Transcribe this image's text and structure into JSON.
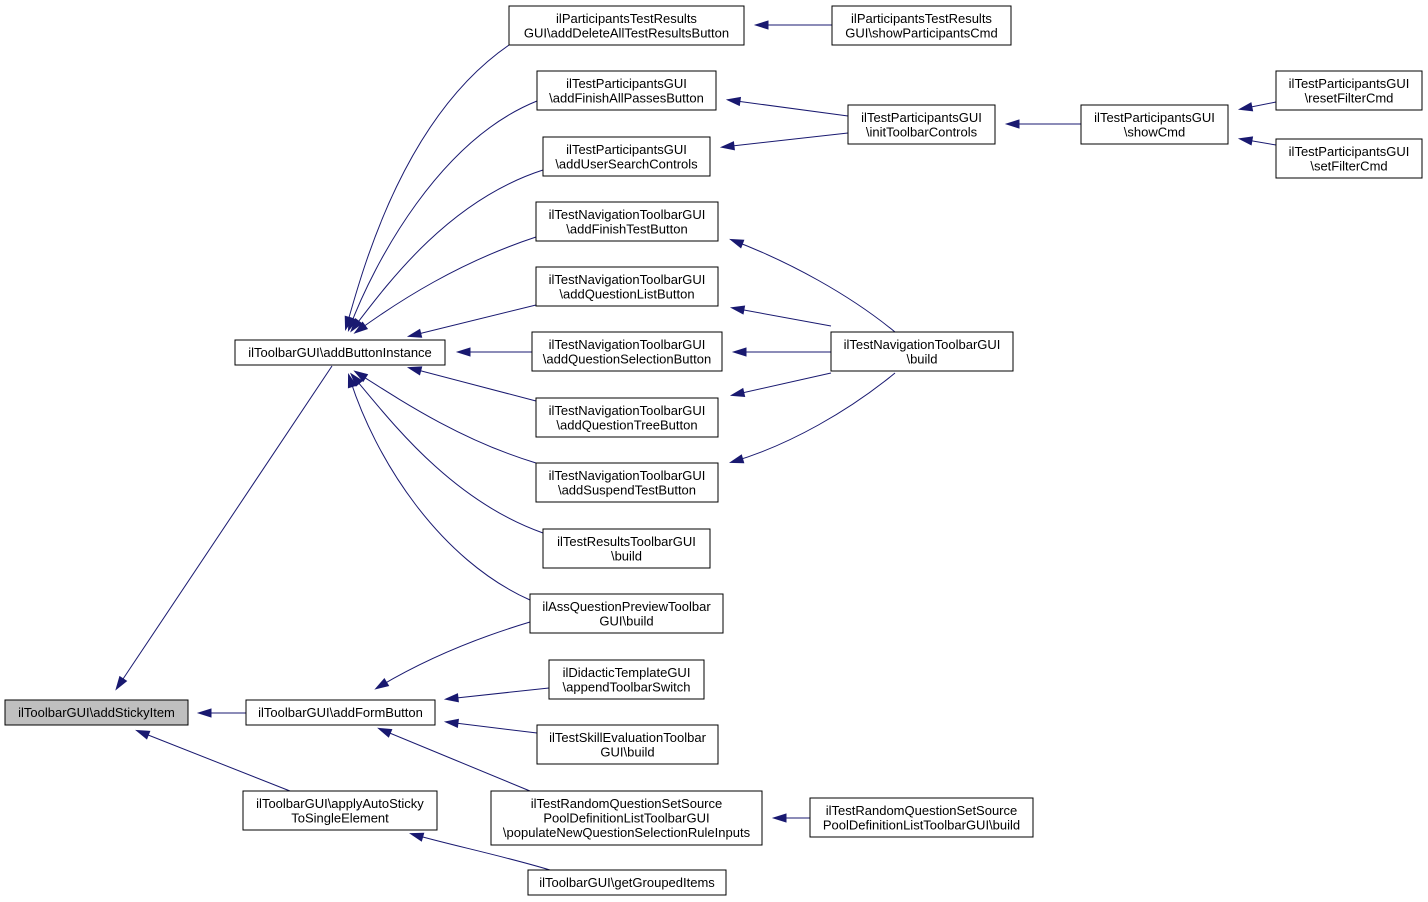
{
  "diagram": {
    "type": "caller-graph",
    "colors": {
      "edge": "#191970",
      "node_fill": "#ffffff",
      "focus_fill": "#bfbfbf",
      "border": "#000000"
    },
    "nodes": [
      {
        "id": "n0",
        "lines": [
          "ilToolbarGUI\\addStickyItem"
        ],
        "focus": true
      },
      {
        "id": "n1",
        "lines": [
          "ilToolbarGUI\\addButtonInstance"
        ]
      },
      {
        "id": "n2",
        "lines": [
          "ilToolbarGUI\\addFormButton"
        ]
      },
      {
        "id": "n3",
        "lines": [
          "ilToolbarGUI\\applyAutoSticky",
          "ToSingleElement"
        ]
      },
      {
        "id": "n4",
        "lines": [
          "ilParticipantsTestResults",
          "GUI\\addDeleteAllTestResultsButton"
        ]
      },
      {
        "id": "n5",
        "lines": [
          "ilParticipantsTestResults",
          "GUI\\showParticipantsCmd"
        ]
      },
      {
        "id": "n6",
        "lines": [
          "ilTestParticipantsGUI",
          "\\addFinishAllPassesButton"
        ]
      },
      {
        "id": "n7",
        "lines": [
          "ilTestParticipantsGUI",
          "\\initToolbarControls"
        ]
      },
      {
        "id": "n8",
        "lines": [
          "ilTestParticipantsGUI",
          "\\showCmd"
        ]
      },
      {
        "id": "n9",
        "lines": [
          "ilTestParticipantsGUI",
          "\\resetFilterCmd"
        ]
      },
      {
        "id": "n10",
        "lines": [
          "ilTestParticipantsGUI",
          "\\setFilterCmd"
        ]
      },
      {
        "id": "n11",
        "lines": [
          "ilTestParticipantsGUI",
          "\\addUserSearchControls"
        ]
      },
      {
        "id": "n12",
        "lines": [
          "ilTestNavigationToolbarGUI",
          "\\addFinishTestButton"
        ]
      },
      {
        "id": "n13",
        "lines": [
          "ilTestNavigationToolbarGUI",
          "\\addQuestionListButton"
        ]
      },
      {
        "id": "n14",
        "lines": [
          "ilTestNavigationToolbarGUI",
          "\\addQuestionSelectionButton"
        ]
      },
      {
        "id": "n15",
        "lines": [
          "ilTestNavigationToolbarGUI",
          "\\build"
        ]
      },
      {
        "id": "n16",
        "lines": [
          "ilTestNavigationToolbarGUI",
          "\\addQuestionTreeButton"
        ]
      },
      {
        "id": "n17",
        "lines": [
          "ilTestNavigationToolbarGUI",
          "\\addSuspendTestButton"
        ]
      },
      {
        "id": "n18",
        "lines": [
          "ilTestResultsToolbarGUI",
          "\\build"
        ]
      },
      {
        "id": "n19",
        "lines": [
          "ilAssQuestionPreviewToolbar",
          "GUI\\build"
        ]
      },
      {
        "id": "n20",
        "lines": [
          "ilDidacticTemplateGUI",
          "\\appendToolbarSwitch"
        ]
      },
      {
        "id": "n21",
        "lines": [
          "ilTestSkillEvaluationToolbar",
          "GUI\\build"
        ]
      },
      {
        "id": "n22",
        "lines": [
          "ilTestRandomQuestionSetSource",
          "PoolDefinitionListToolbarGUI",
          "\\populateNewQuestionSelectionRuleInputs"
        ]
      },
      {
        "id": "n23",
        "lines": [
          "ilTestRandomQuestionSetSource",
          "PoolDefinitionListToolbarGUI\\build"
        ]
      },
      {
        "id": "n24",
        "lines": [
          "ilToolbarGUI\\getGroupedItems"
        ]
      }
    ],
    "edges": [
      {
        "from": "n1",
        "to": "n0"
      },
      {
        "from": "n2",
        "to": "n0"
      },
      {
        "from": "n3",
        "to": "n0"
      },
      {
        "from": "n4",
        "to": "n1"
      },
      {
        "from": "n6",
        "to": "n1"
      },
      {
        "from": "n11",
        "to": "n1"
      },
      {
        "from": "n12",
        "to": "n1"
      },
      {
        "from": "n13",
        "to": "n1"
      },
      {
        "from": "n14",
        "to": "n1"
      },
      {
        "from": "n16",
        "to": "n1"
      },
      {
        "from": "n17",
        "to": "n1"
      },
      {
        "from": "n18",
        "to": "n1"
      },
      {
        "from": "n19",
        "to": "n1"
      },
      {
        "from": "n5",
        "to": "n4"
      },
      {
        "from": "n7",
        "to": "n6"
      },
      {
        "from": "n7",
        "to": "n11"
      },
      {
        "from": "n8",
        "to": "n7"
      },
      {
        "from": "n9",
        "to": "n8"
      },
      {
        "from": "n10",
        "to": "n8"
      },
      {
        "from": "n15",
        "to": "n12"
      },
      {
        "from": "n15",
        "to": "n13"
      },
      {
        "from": "n15",
        "to": "n14"
      },
      {
        "from": "n15",
        "to": "n16"
      },
      {
        "from": "n15",
        "to": "n17"
      },
      {
        "from": "n19",
        "to": "n2"
      },
      {
        "from": "n20",
        "to": "n2"
      },
      {
        "from": "n21",
        "to": "n2"
      },
      {
        "from": "n22",
        "to": "n2"
      },
      {
        "from": "n23",
        "to": "n22"
      },
      {
        "from": "n24",
        "to": "n3"
      }
    ]
  }
}
